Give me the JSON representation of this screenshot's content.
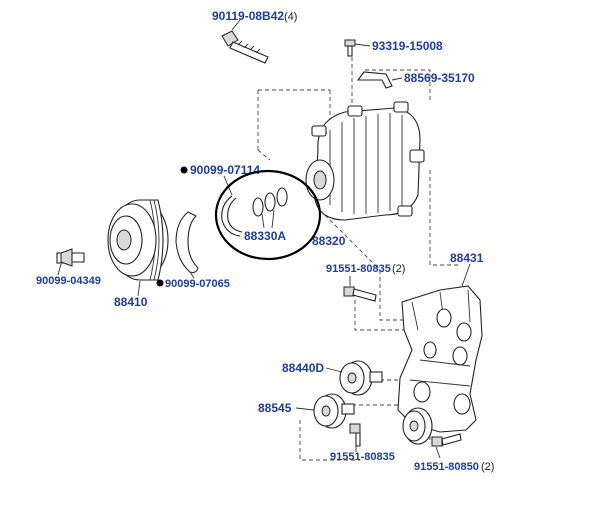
{
  "labels": {
    "bolt_top": "90119-08B42",
    "bolt_top_qty": "(4)",
    "screw_top": "93319-15008",
    "bracket_small": "88569-35170",
    "snap_ring_outer": "90099-07114",
    "shims": "88330A",
    "compressor": "88320",
    "bolt_left": "90099-04349",
    "clutch": "88410",
    "snap_ring_inner": "90099-07065",
    "bracket_main": "88431",
    "bolt_mid": "91551-80835",
    "bolt_mid_qty": "(2)",
    "idler_upper": "88440D",
    "idler_lower": "88545",
    "bolt_low": "91551-80835",
    "bolt_low_right": "91551-80850",
    "bolt_low_right_qty": "(2)"
  },
  "colors": {
    "label": "#1f3d99",
    "line": "#222222",
    "highlight": "#000000"
  }
}
